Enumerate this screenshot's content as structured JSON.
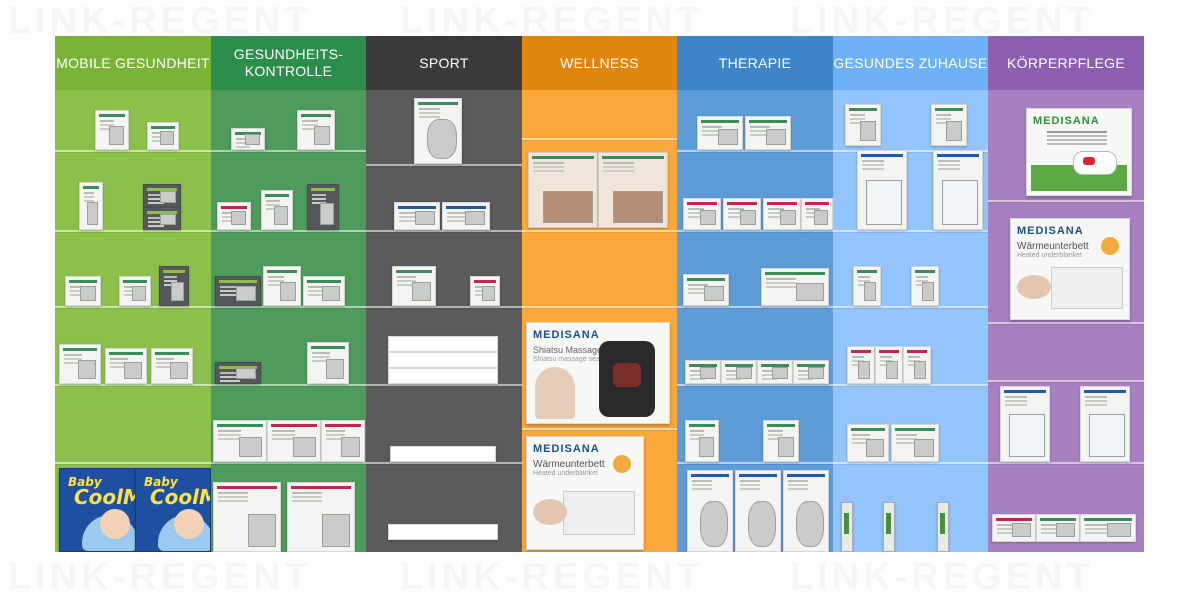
{
  "watermark": {
    "text": "LINK-REGENT"
  },
  "categories": [
    {
      "label": "MOBILE   GESUNDHEIT",
      "color": "#8dc04b",
      "header_color": "#7ab336"
    },
    {
      "label": "GESUNDHEITS-\nKONTROLLE",
      "color": "#4e9b5c",
      "header_color": "#2d8d4c"
    },
    {
      "label": "SPORT",
      "color": "#5b5b5d",
      "header_color": "#3a3a3c"
    },
    {
      "label": "WELLNESS",
      "color": "#fba83a",
      "header_color": "#e0860f"
    },
    {
      "label": "THERAPIE",
      "color": "#5d9cd8",
      "header_color": "#3f86c8"
    },
    {
      "label": "GESUNDES  ZUHAUSE",
      "color": "#93c5fa",
      "header_color": "#6fb1f5"
    },
    {
      "label": "KÖRPERPFLEGE",
      "color": "#a780c2",
      "header_color": "#8d5fb1"
    }
  ],
  "products": {
    "massage_brand": "MEDISANA",
    "massage_title": "Shiatsu Massagesitzauflage",
    "massage_sub": "Shiatsu massage seat cover",
    "heat_brand": "MEDISANA",
    "heat_title": "Wärmeunterbett",
    "heat_sub": "Heated underblanket",
    "heat2_brand": "MEDISANA",
    "heat2_title": "Wärmeunterbett",
    "heat2_sub": "Heated underblanket",
    "care_brand": "MEDISANA",
    "coolmist_brand": "Baby",
    "coolmist_name": "CoolMist",
    "coolmist2_brand": "Baby",
    "coolmist2_name": "CoolMist"
  }
}
